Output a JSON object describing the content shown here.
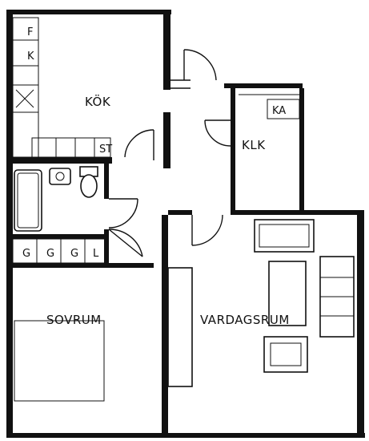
{
  "plan": {
    "rooms": {
      "kitchen": "KÖK",
      "closet": "KLK",
      "bedroom": "SOVRUM",
      "living_room": "VARDAGSRUM"
    },
    "fixtures": {
      "freezer": "F",
      "fridge": "K",
      "stove": "ST",
      "cabinet": "KA",
      "wardrobe_1": "G",
      "wardrobe_2": "G",
      "wardrobe_3": "G",
      "wardrobe_4": "L"
    },
    "colors": {
      "line": "#111111",
      "background": "#ffffff"
    }
  }
}
